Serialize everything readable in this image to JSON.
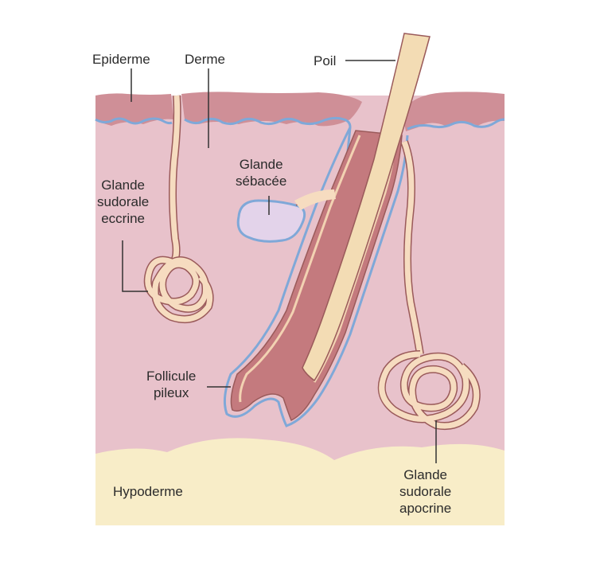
{
  "labels": {
    "epidermis": "Epiderme",
    "dermis": "Derme",
    "hair": "Poil",
    "sebaceous": [
      "Glande",
      "sébacée"
    ],
    "eccrine": [
      "Glande",
      "sudorale",
      "eccrine"
    ],
    "follicle": [
      "Follicule",
      "pileux"
    ],
    "hypodermis": "Hypoderme",
    "apocrine": [
      "Glande",
      "sudorale",
      "apocrine"
    ]
  },
  "colors": {
    "dermis": "#e8c2cb",
    "epidermis": "#cf8f97",
    "membrane": "#7fa8d8",
    "hypodermis": "#f8edc8",
    "gland_duct": "#f6dcc0",
    "outline": "#9a5a5a",
    "sebaceous_fill": "#e3d3ea",
    "hair_shaft": "#f3dcb4",
    "follicle_inner": "#c47a7e",
    "leader": "#333333"
  }
}
